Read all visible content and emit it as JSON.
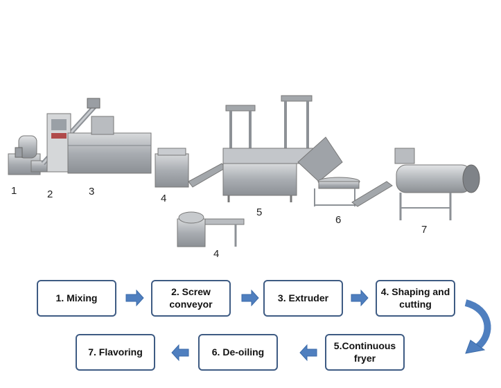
{
  "machine_labels": [
    "1",
    "2",
    "3",
    "4",
    "5",
    "6",
    "7",
    "4"
  ],
  "steps": [
    "1. Mixing",
    "2. Screw conveyor",
    "3. Extruder",
    "4. Shaping and cutting",
    "5.Continuous fryer",
    "6. De-oiling",
    "7. Flavoring"
  ],
  "colors": {
    "box_border": "#3e5b83",
    "arrow": "#4f7fbf",
    "metal": "#b9bcc0"
  }
}
